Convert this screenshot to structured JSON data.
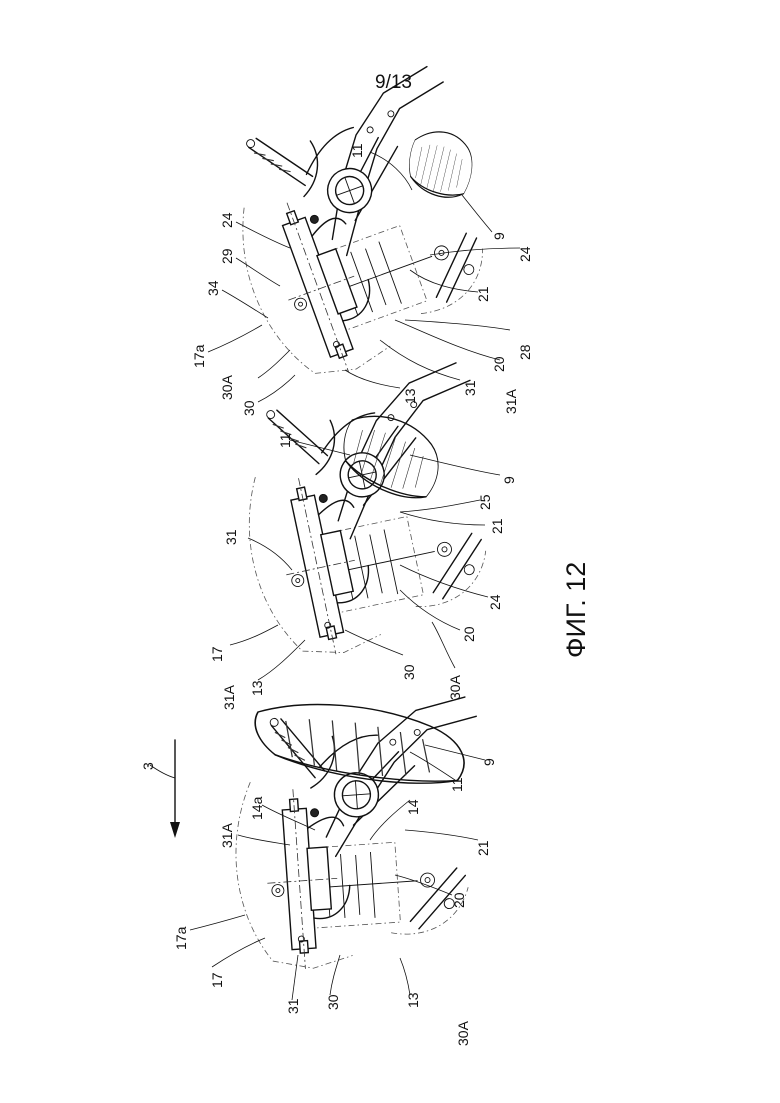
{
  "sheet": {
    "page_number": "9/13",
    "figure_label": "ФИГ. 12"
  },
  "callouts": {
    "top": [
      "11",
      "24",
      "29",
      "34",
      "17a",
      "30A",
      "30",
      "13",
      "31",
      "31A",
      "20",
      "28",
      "21",
      "24",
      "9"
    ],
    "middle": [
      "11",
      "9",
      "25",
      "21",
      "31",
      "24",
      "20",
      "17",
      "31A",
      "13",
      "30",
      "30A"
    ],
    "bottom": [
      "3",
      "31A",
      "14a",
      "14",
      "21",
      "20",
      "9",
      "11",
      "17a",
      "17",
      "31",
      "30",
      "13",
      "30A"
    ]
  }
}
